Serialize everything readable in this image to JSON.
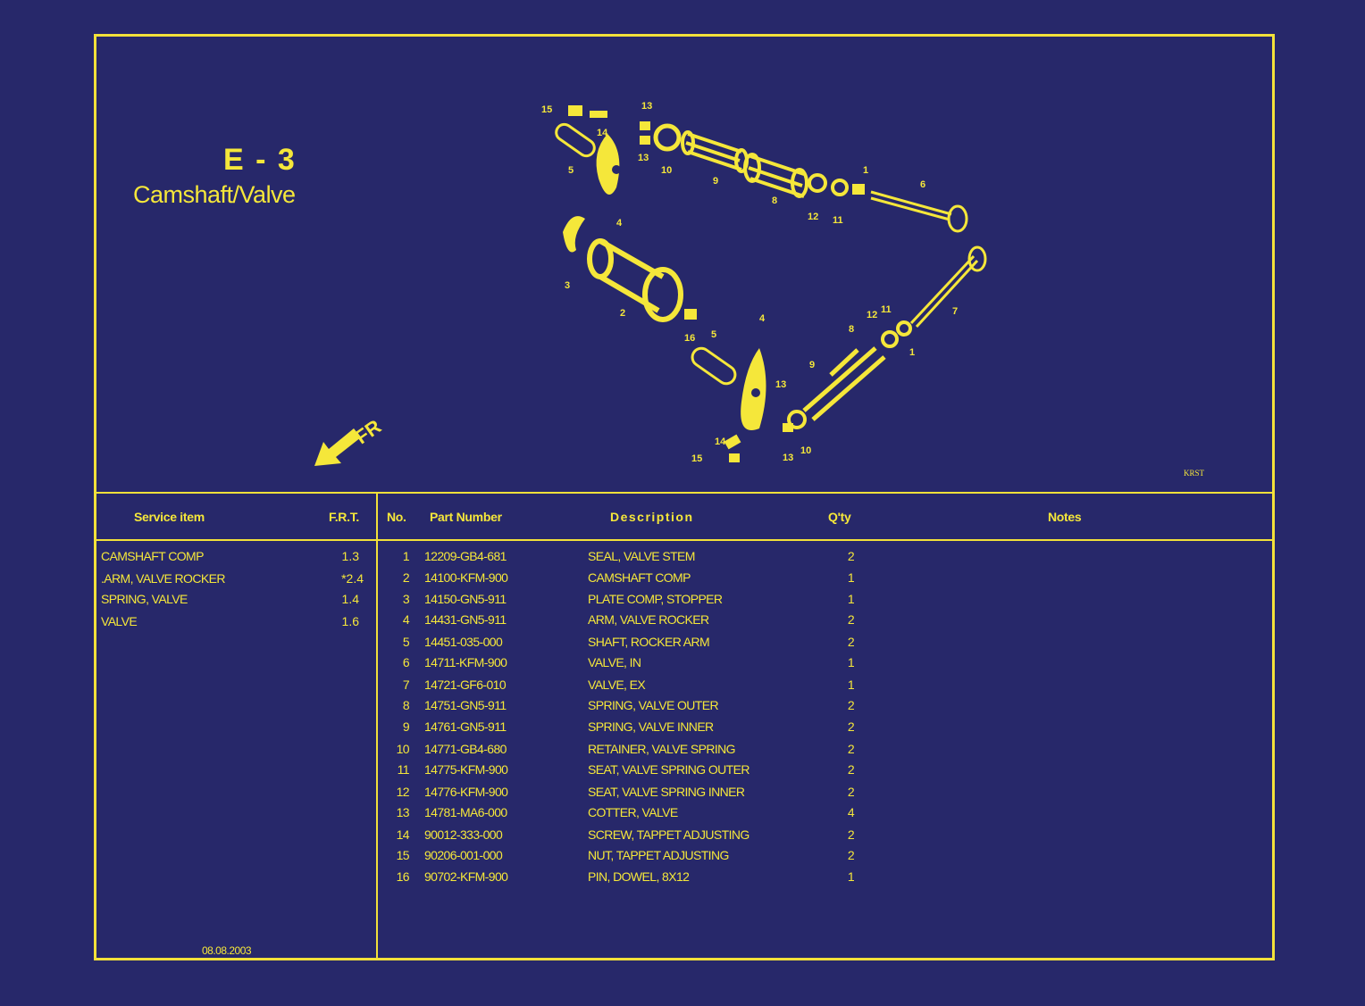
{
  "header": {
    "section_code": "E - 3",
    "section_title": "Camshaft/Valve"
  },
  "diagram": {
    "direction_label": "FR",
    "drawing_code": "KRST",
    "callouts": {
      "top": [
        "15",
        "14",
        "13",
        "13",
        "10",
        "5",
        "4",
        "9",
        "8",
        "12",
        "11",
        "1",
        "6"
      ],
      "middle": [
        "3",
        "2",
        "16",
        "5"
      ],
      "bottom": [
        "4",
        "13",
        "12",
        "11",
        "8",
        "1",
        "7",
        "9",
        "14",
        "15",
        "13",
        "10"
      ]
    }
  },
  "service_table": {
    "headers": {
      "item": "Service item",
      "frt": "F.R.T."
    },
    "rows": [
      {
        "item": "CAMSHAFT COMP",
        "frt": "1.3"
      },
      {
        "item": ".ARM, VALVE ROCKER",
        "frt": "*2.4"
      },
      {
        "item": "SPRING, VALVE",
        "frt": "1.4"
      },
      {
        "item": "VALVE",
        "frt": "1.6"
      }
    ],
    "date": "08.08.2003"
  },
  "parts_table": {
    "headers": {
      "no": "No.",
      "part_number": "Part Number",
      "description": "Description",
      "qty": "Q'ty",
      "notes": "Notes"
    },
    "rows": [
      {
        "no": "1",
        "part_number": "12209-GB4-681",
        "description": "SEAL, VALVE STEM",
        "qty": "2"
      },
      {
        "no": "2",
        "part_number": "14100-KFM-900",
        "description": "CAMSHAFT COMP",
        "qty": "1"
      },
      {
        "no": "3",
        "part_number": "14150-GN5-911",
        "description": "PLATE COMP, STOPPER",
        "qty": "1"
      },
      {
        "no": "4",
        "part_number": "14431-GN5-911",
        "description": "ARM, VALVE ROCKER",
        "qty": "2"
      },
      {
        "no": "5",
        "part_number": "14451-035-000",
        "description": "SHAFT, ROCKER ARM",
        "qty": "2"
      },
      {
        "no": "6",
        "part_number": "14711-KFM-900",
        "description": "VALVE, IN",
        "qty": "1"
      },
      {
        "no": "7",
        "part_number": "14721-GF6-010",
        "description": "VALVE, EX",
        "qty": "1"
      },
      {
        "no": "8",
        "part_number": "14751-GN5-911",
        "description": "SPRING, VALVE OUTER",
        "qty": "2"
      },
      {
        "no": "9",
        "part_number": "14761-GN5-911",
        "description": "SPRING, VALVE INNER",
        "qty": "2"
      },
      {
        "no": "10",
        "part_number": "14771-GB4-680",
        "description": "RETAINER, VALVE SPRING",
        "qty": "2"
      },
      {
        "no": "11",
        "part_number": "14775-KFM-900",
        "description": "SEAT, VALVE SPRING OUTER",
        "qty": "2"
      },
      {
        "no": "12",
        "part_number": "14776-KFM-900",
        "description": "SEAT, VALVE SPRING INNER",
        "qty": "2"
      },
      {
        "no": "13",
        "part_number": "14781-MA6-000",
        "description": "COTTER, VALVE",
        "qty": "4"
      },
      {
        "no": "14",
        "part_number": "90012-333-000",
        "description": "SCREW, TAPPET ADJUSTING",
        "qty": "2"
      },
      {
        "no": "15",
        "part_number": "90206-001-000",
        "description": "NUT, TAPPET ADJUSTING",
        "qty": "2"
      },
      {
        "no": "16",
        "part_number": "90702-KFM-900",
        "description": "PIN, DOWEL, 8X12",
        "qty": "1"
      }
    ]
  }
}
